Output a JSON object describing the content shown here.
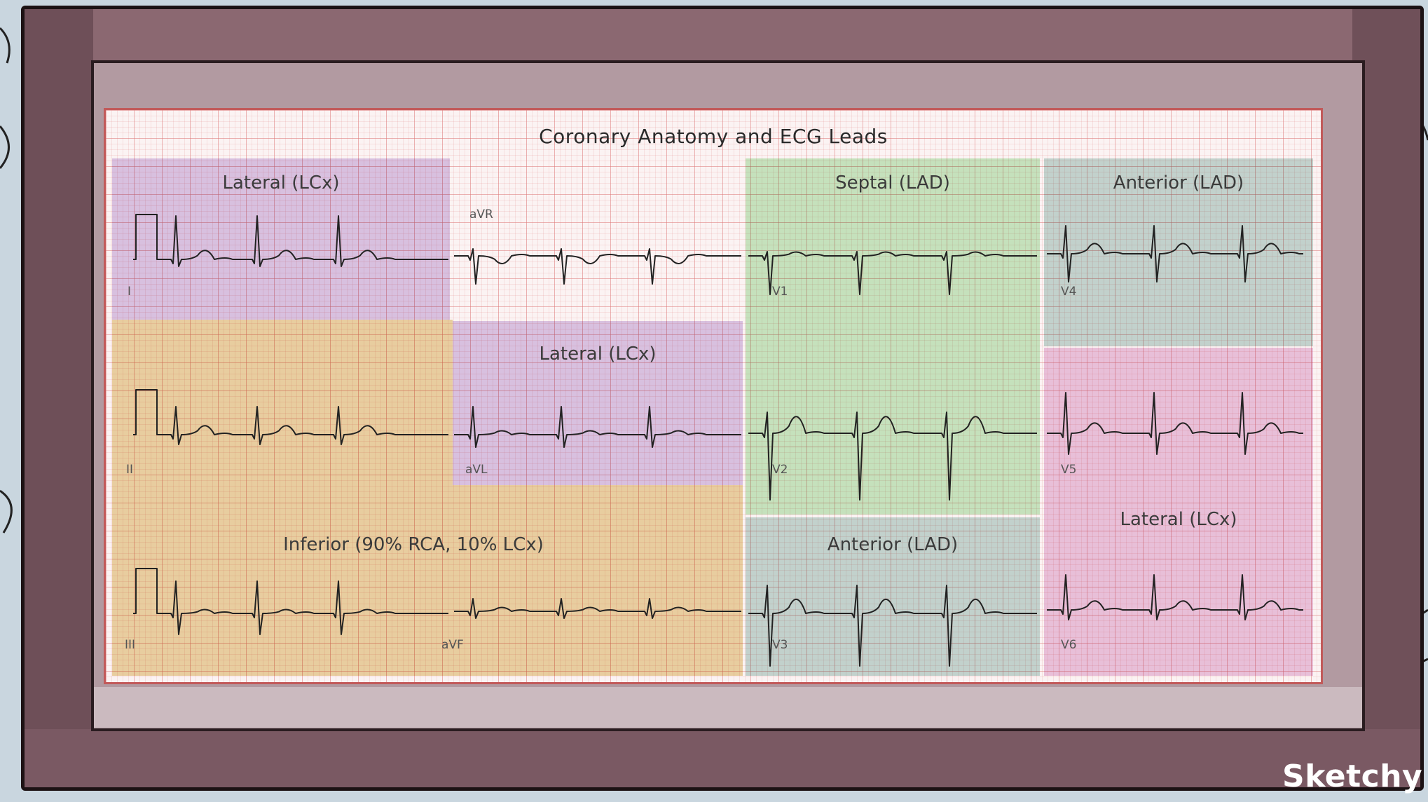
{
  "title": "Coronary Anatomy and ECG Leads",
  "colors": {
    "lateral": "#dccaea",
    "inferior": "#ecd7a7",
    "septal": "#c8edc6",
    "anterior": "#c5dcd6",
    "lateral_v56": "#ecc9e3"
  },
  "regions": [
    {
      "key": "lateral_i",
      "label": "Lateral (LCx)",
      "color": "lateral"
    },
    {
      "key": "lateral_avl",
      "label": "Lateral (LCx)",
      "color": "lateral"
    },
    {
      "key": "inferior",
      "label": "Inferior (90% RCA, 10% LCx)",
      "color": "inferior"
    },
    {
      "key": "septal",
      "label": "Septal (LAD)",
      "color": "septal"
    },
    {
      "key": "anterior_v4",
      "label": "Anterior (LAD)",
      "color": "anterior"
    },
    {
      "key": "anterior_v3",
      "label": "Anterior (LAD)",
      "color": "anterior"
    },
    {
      "key": "lateral_v56",
      "label": "Lateral (LCx)",
      "color": "lateral_v56"
    }
  ],
  "leads": {
    "I": "I",
    "II": "II",
    "III": "III",
    "aVR": "aVR",
    "aVL": "aVL",
    "aVF": "aVF",
    "V1": "V1",
    "V2": "V2",
    "V3": "V3",
    "V4": "V4",
    "V5": "V5",
    "V6": "V6"
  },
  "logo": "Sketchy"
}
